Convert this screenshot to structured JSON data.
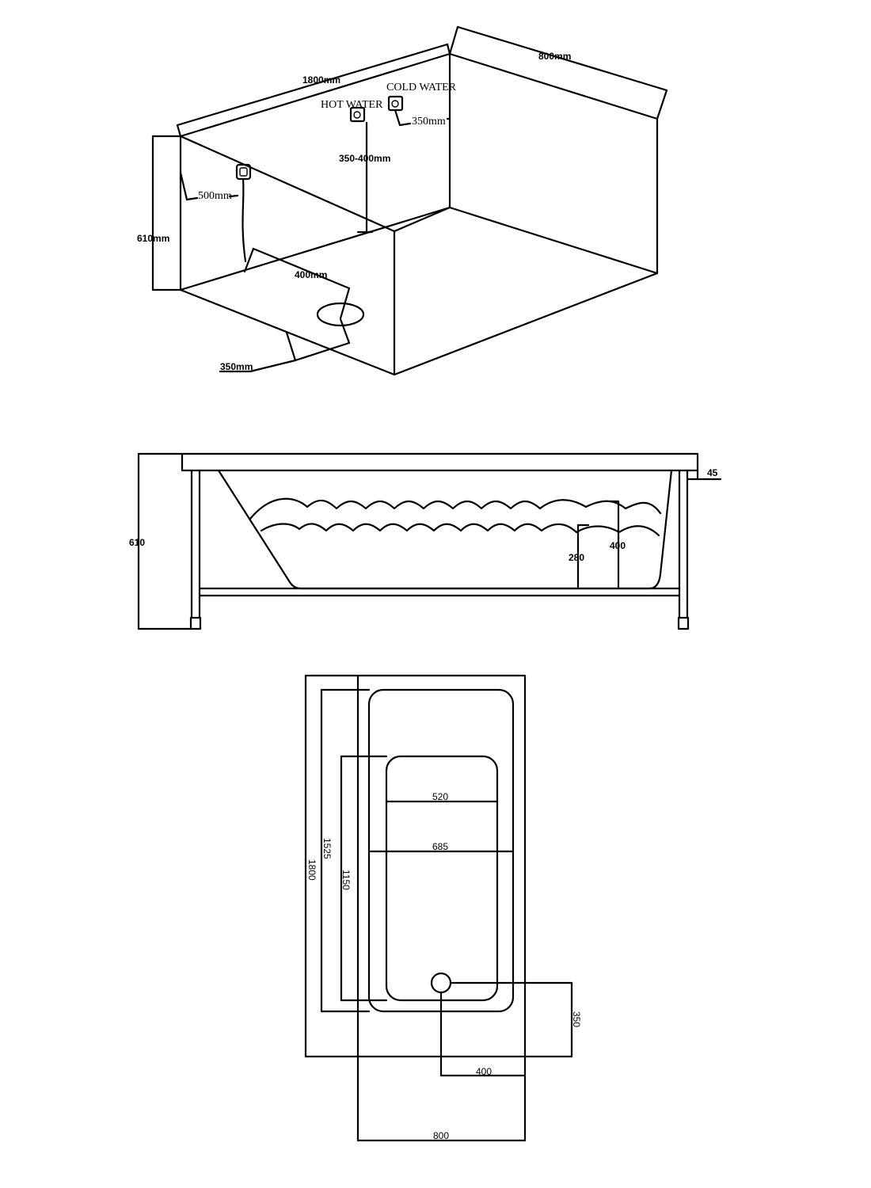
{
  "iso_view": {
    "length": "1800mm",
    "width": "800mm",
    "height": "610mm",
    "hot_water": "HOT WATER",
    "cold_water": "COLD WATER",
    "valve_spacing": "350mm",
    "valve_height": "350-400mm",
    "mixer_offset": "500mm",
    "drain_from_end": "400mm",
    "drain_from_side": "350mm"
  },
  "side_view": {
    "height": "610",
    "rim": "45",
    "water_low": "280",
    "water_high": "400"
  },
  "top_view": {
    "inner_length": "1525",
    "outer_length": "1800",
    "basin_length": "1150",
    "basin_width": "520",
    "inner_width": "685",
    "drain_side": "350",
    "drain_end": "400",
    "outer_width": "800"
  }
}
